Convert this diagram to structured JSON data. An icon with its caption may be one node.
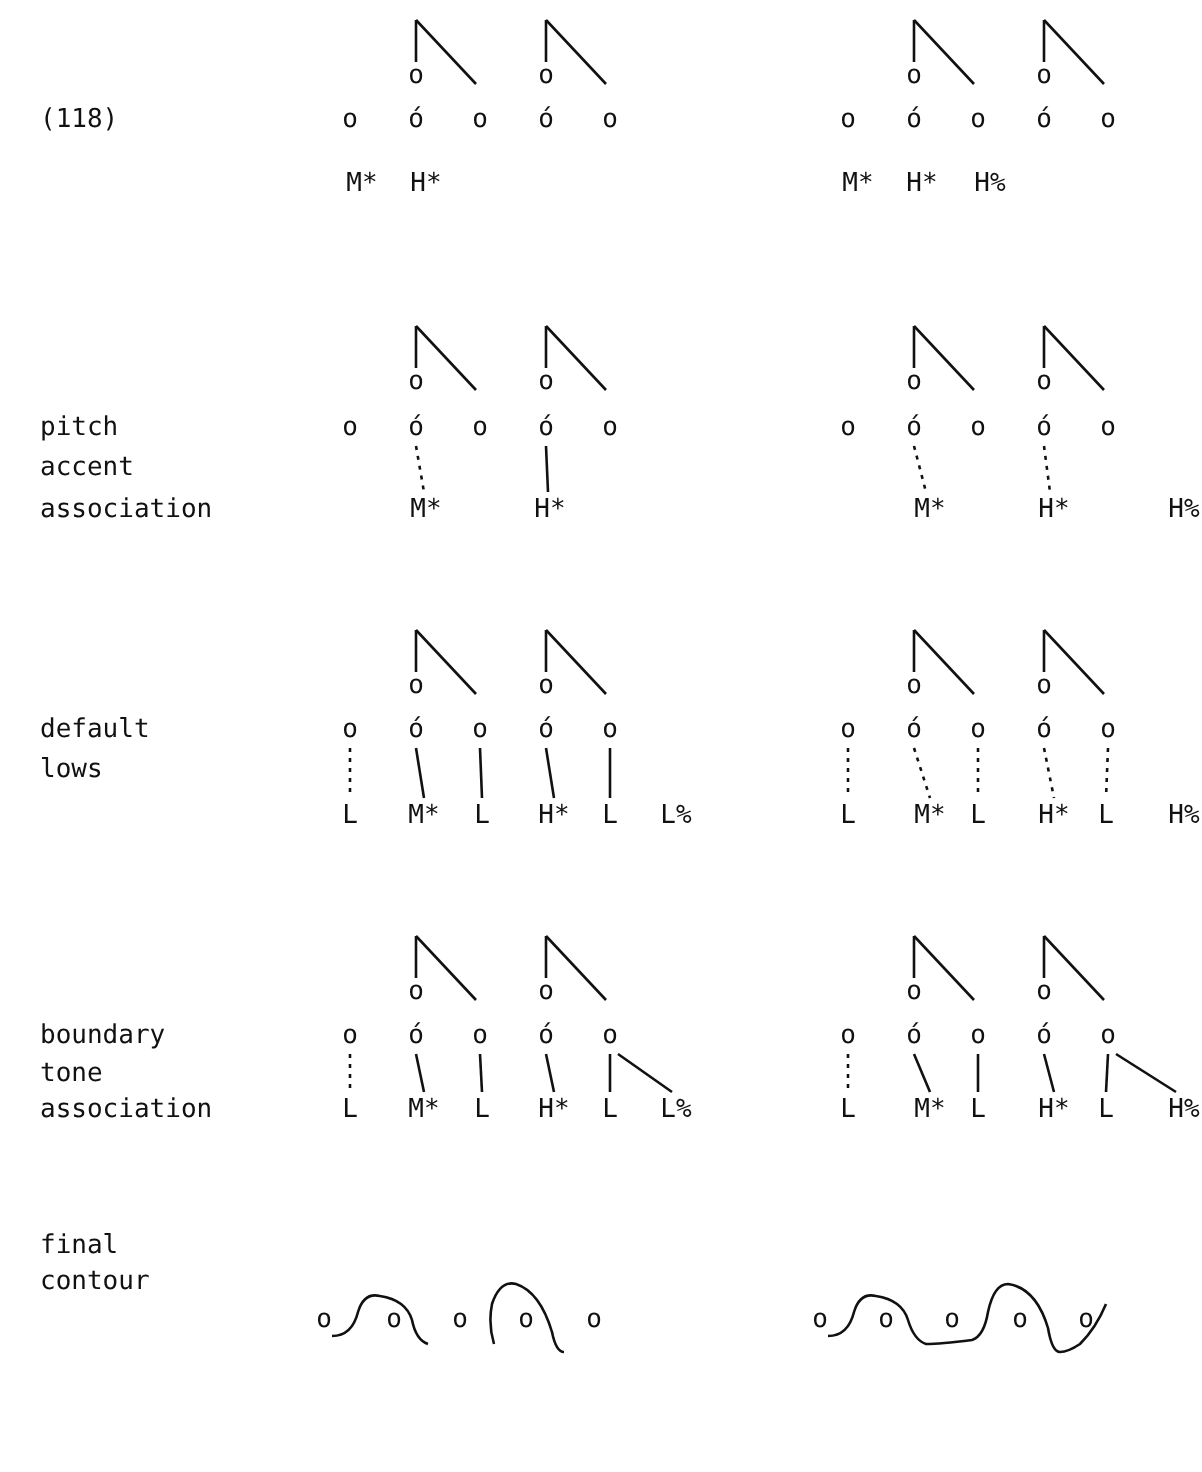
{
  "diagram": {
    "labels": [
      "o",
      "o",
      "o",
      "o",
      "(118)",
      "o",
      "ó",
      "o",
      "ó",
      "o",
      "o",
      "ó",
      "o",
      "ó",
      "o",
      "M*",
      "H*",
      "M*",
      "H*",
      "H%",
      "o",
      "o",
      "o",
      "o",
      "pitch",
      "o",
      "ó",
      "o",
      "ó",
      "o",
      "o",
      "ó",
      "o",
      "ó",
      "o",
      "accent",
      "association",
      "M*",
      "H*",
      "M*",
      "H*",
      "H%",
      "o",
      "o",
      "o",
      "o",
      "default",
      "o",
      "ó",
      "o",
      "ó",
      "o",
      "o",
      "ó",
      "o",
      "ó",
      "o",
      "lows",
      "L",
      "M*",
      "L",
      "H*",
      "L",
      "L%",
      "L",
      "M*",
      "L",
      "H*",
      "L",
      "H%",
      "o",
      "o",
      "o",
      "o",
      "boundary",
      "o",
      "ó",
      "o",
      "ó",
      "o",
      "o",
      "ó",
      "o",
      "ó",
      "o",
      "tone",
      "association",
      "L",
      "M*",
      "L",
      "H*",
      "L",
      "L%",
      "L",
      "M*",
      "L",
      "H*",
      "L",
      "H%",
      "final",
      "contour",
      "o",
      "o",
      "o",
      "o",
      "o",
      "o",
      "o",
      "o",
      "o",
      "o"
    ]
  }
}
